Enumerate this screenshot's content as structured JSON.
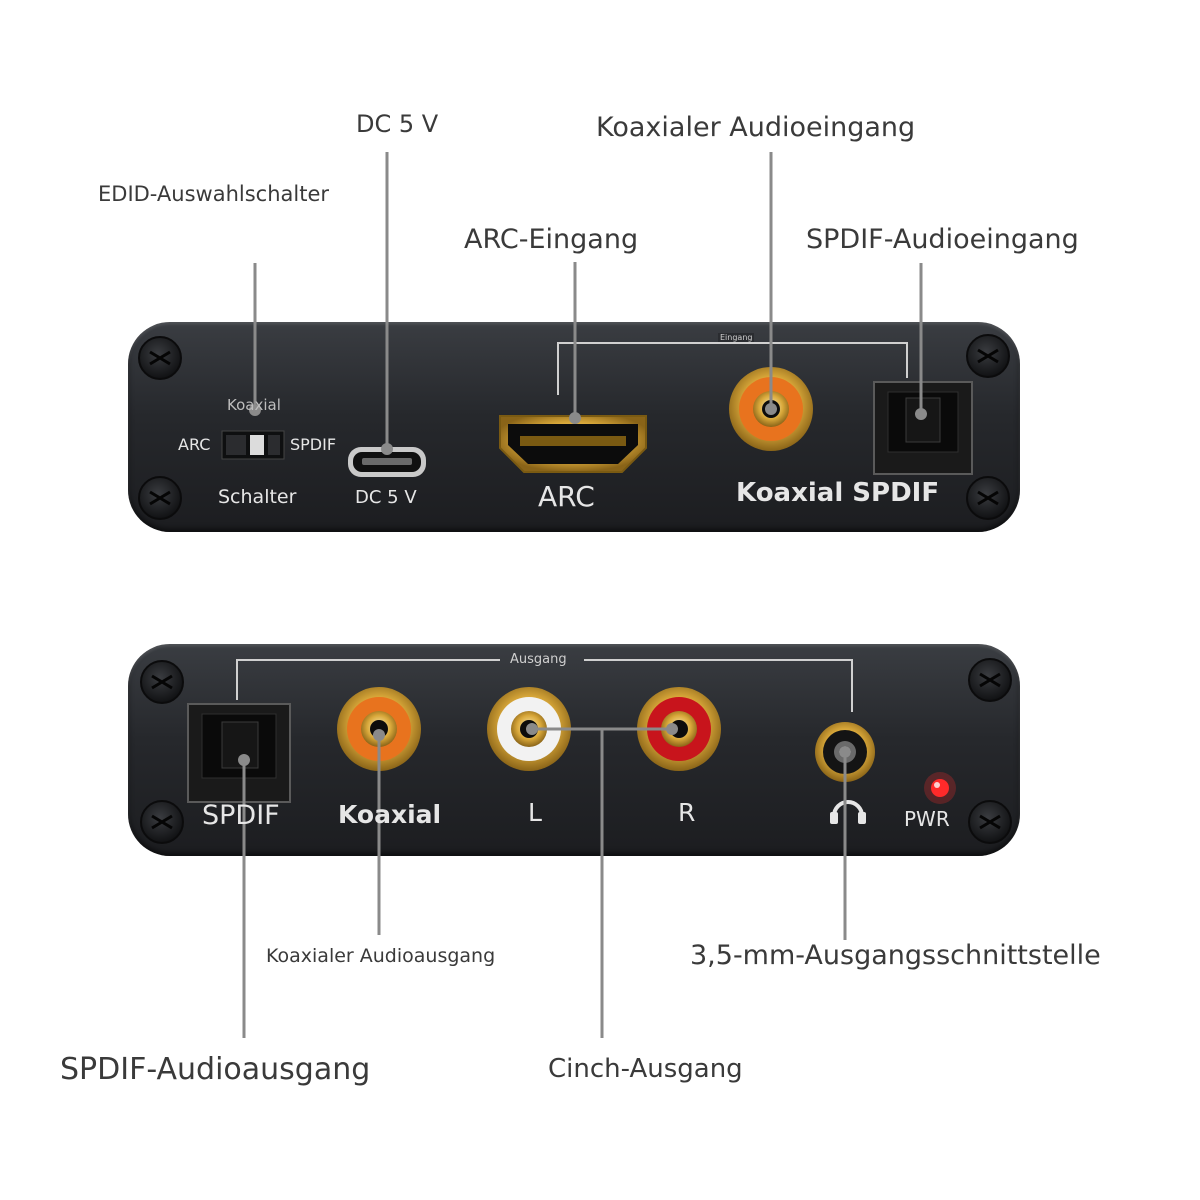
{
  "callouts": {
    "dc5v": "DC 5 V",
    "edid": "EDID-Auswahlschalter",
    "arc_in": "ARC-Eingang",
    "coax_in": "Koaxialer Audioeingang",
    "spdif_in": "SPDIF-Audioeingang",
    "coax_out": "Koaxialer Audioausgang",
    "jack_out": "3,5-mm-Ausgangsschnittstelle",
    "spdif_out": "SPDIF-Audioausgang",
    "cinch_out": "Cinch-Ausgang"
  },
  "input_panel": {
    "switch_top": "Koaxial",
    "switch_left": "ARC",
    "switch_right": "SPDIF",
    "switch_label": "Schalter",
    "dc_label": "DC 5 V",
    "arc_label": "ARC",
    "group_label": "Eingang",
    "coax_spdif_label": "Koaxial SPDIF"
  },
  "output_panel": {
    "group_label": "Ausgang",
    "spdif_label": "SPDIF",
    "coax_label": "Koaxial",
    "left_label": "L",
    "right_label": "R",
    "pwr_label": "PWR"
  },
  "colors": {
    "callout_text": "#3a3a3a",
    "leader_line": "#8a8a8a",
    "device_body": "#26282c",
    "rca_orange": "#e8731e",
    "rca_red": "#c8141c",
    "rca_white": "#f2f2f2",
    "gold": "#d9a83a",
    "pwr_led": "#ff2a2a"
  }
}
